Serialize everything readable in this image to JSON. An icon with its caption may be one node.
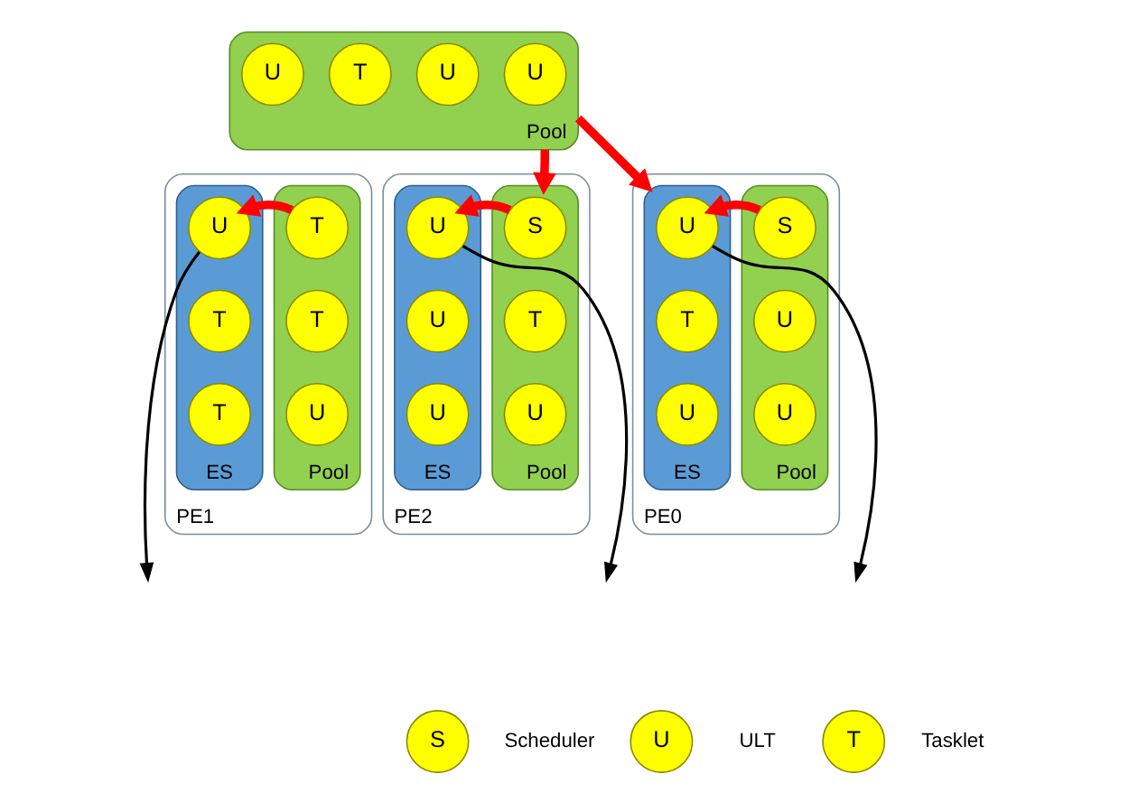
{
  "diagram": {
    "nodes": [
      {
        "text": [
          "Pool"
        ]
      },
      {
        "text": [
          "U"
        ],
        "in": 0
      },
      {
        "text": [
          "U"
        ],
        "in": 0
      },
      {
        "text": [
          "T"
        ],
        "in": 0
      },
      {
        "text": [
          "U"
        ],
        "in": 0
      },
      {
        "text": [
          "PE0"
        ]
      },
      {
        "text": [
          "Pool"
        ],
        "in": 5
      },
      {
        "text": [
          "S"
        ],
        "in": 6
      },
      {
        "text": [
          "U"
        ],
        "in": 6
      },
      {
        "text": [
          "U"
        ],
        "in": 6
      },
      {
        "text": [
          "ES"
        ],
        "in": 5
      },
      {
        "text": [
          "U"
        ],
        "in": 10
      },
      {
        "text": [
          "T"
        ],
        "in": 10
      },
      {
        "text": [
          "U"
        ],
        "in": 10
      },
      {
        "text": [
          "PE1"
        ]
      },
      {
        "text": [
          "Pool"
        ],
        "in": 14
      },
      {
        "text": [
          "T"
        ],
        "in": 15
      },
      {
        "text": [
          "T"
        ],
        "in": 15
      },
      {
        "text": [
          "U"
        ],
        "in": 15
      },
      {
        "text": [
          "ES"
        ],
        "in": 14
      },
      {
        "text": [
          "U"
        ],
        "in": 19
      },
      {
        "text": [
          "T"
        ],
        "in": 19
      },
      {
        "text": [
          "T"
        ],
        "in": 19
      },
      {
        "text": [
          "PE2"
        ]
      },
      {
        "text": [
          "Pool"
        ],
        "in": 23
      },
      {
        "text": [
          "S"
        ],
        "in": 24
      },
      {
        "text": [
          "T"
        ],
        "in": 24
      },
      {
        "text": [
          "U"
        ],
        "in": 24
      },
      {
        "text": [
          "ES"
        ],
        "in": 23
      },
      {
        "text": [
          "U"
        ],
        "in": 28
      },
      {
        "text": [
          "U"
        ],
        "in": 28
      },
      {
        "text": [
          "U"
        ],
        "in": 28
      },
      {
        "text": [
          "S"
        ],
        "beside": [
          "Scheduler"
        ]
      },
      {
        "text": [
          "U"
        ],
        "beside": [
          "ULT"
        ]
      },
      {
        "text": [
          "T"
        ],
        "beside": [
          "Tasklet"
        ]
      }
    ],
    "edges": [
      {
        "from": 0,
        "to": 10,
        "arrow": "to"
      },
      {
        "from": 0,
        "to": 24,
        "arrow": "to"
      },
      {
        "from": 7,
        "to": 11,
        "arrow": "to"
      },
      {
        "from": 16,
        "to": 20,
        "arrow": "to"
      },
      {
        "from": 25,
        "to": 29,
        "arrow": "to"
      },
      {
        "from": 11,
        "to": null,
        "arrow": "to",
        "color": "#000000"
      },
      {
        "from": 20,
        "to": null,
        "arrow": "to",
        "color": "#000000"
      },
      {
        "from": 29,
        "to": null,
        "arrow": "to",
        "color": "#000000"
      }
    ]
  }
}
